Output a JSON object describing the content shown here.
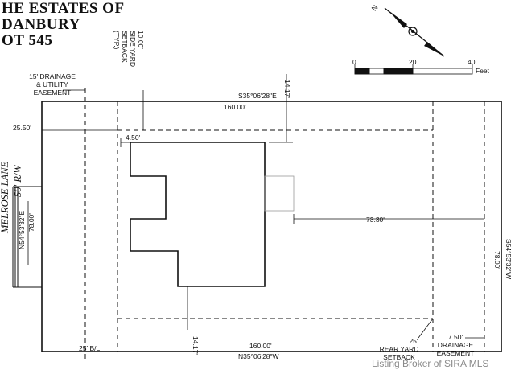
{
  "title": {
    "line1": "HE ESTATES OF",
    "line2": "DANBURY",
    "line3": "OT 545"
  },
  "north_arrow": {
    "label": "N"
  },
  "scale_bar": {
    "ticks": [
      "0",
      "20",
      "40"
    ],
    "unit": "Feet"
  },
  "street": {
    "name": "MELROSE LANE",
    "row": "50' R/W"
  },
  "easements": {
    "drainage_utility": [
      "15' DRAINAGE",
      "& UTILITY",
      "EASEMENT"
    ],
    "side_yard": [
      "10.00'",
      "SIDE YARD",
      "SETBACK",
      "(TYP.)"
    ],
    "rear_yard": [
      "25'",
      "REAR YARD",
      "SETBACK"
    ],
    "drainage": [
      "7.50'",
      "DRAINAGE",
      "EASEMENT"
    ],
    "building_line": "25' B/L"
  },
  "dimensions": {
    "top_offset": "14.17'",
    "top_bearing": "S35°06'28\"E",
    "top_length": "160.00'",
    "front_offset": "25.50'",
    "corner_offset": "4.50'",
    "left_bearing": "N54°53'32\"E",
    "left_length": "78.00'",
    "rear_offset": "73.30'",
    "right_length": "78.00'",
    "right_bearing": "S54°53'32\"W",
    "bottom_length": "160.00'",
    "bottom_bearing": "N35°06'28\"W",
    "bottom_offset": "14.17'"
  },
  "watermark": "Listing Broker of SIRA MLS"
}
